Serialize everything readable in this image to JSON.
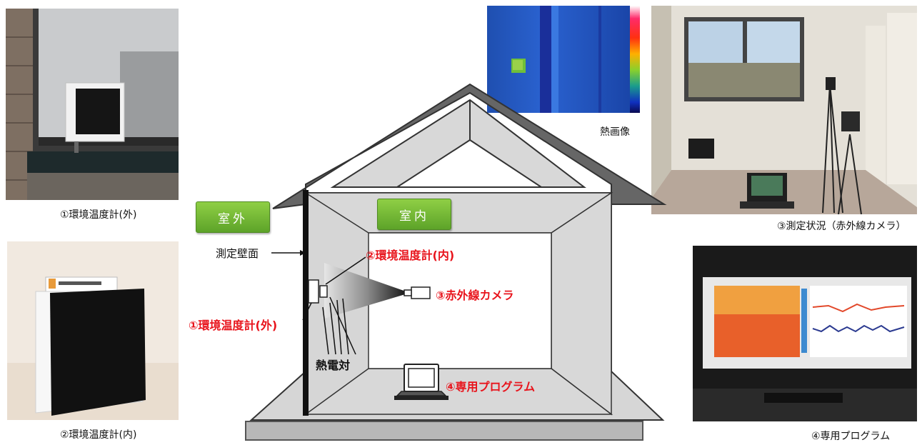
{
  "labels": {
    "outside": "室外",
    "inside": "室内",
    "measurement_wall": "測定壁面",
    "thermometer_in": "②環境温度計(内)",
    "thermometer_out": "①環境温度計(外)",
    "ir_camera": "③赤外線カメラ",
    "thermocouple": "熱電対",
    "program": "④専用プログラム"
  },
  "captions": {
    "photo_thermometer_out": "①環境温度計(外)",
    "photo_thermometer_in": "②環境温度計(内)",
    "thermal_image": "熱画像",
    "photo_measurement": "③測定状況（赤外線カメラ）",
    "photo_program": "④専用プログラム"
  },
  "colors": {
    "label_red": "#e8141c",
    "button_green": "#6ab42f",
    "house_gray": "#d4d4d4"
  }
}
